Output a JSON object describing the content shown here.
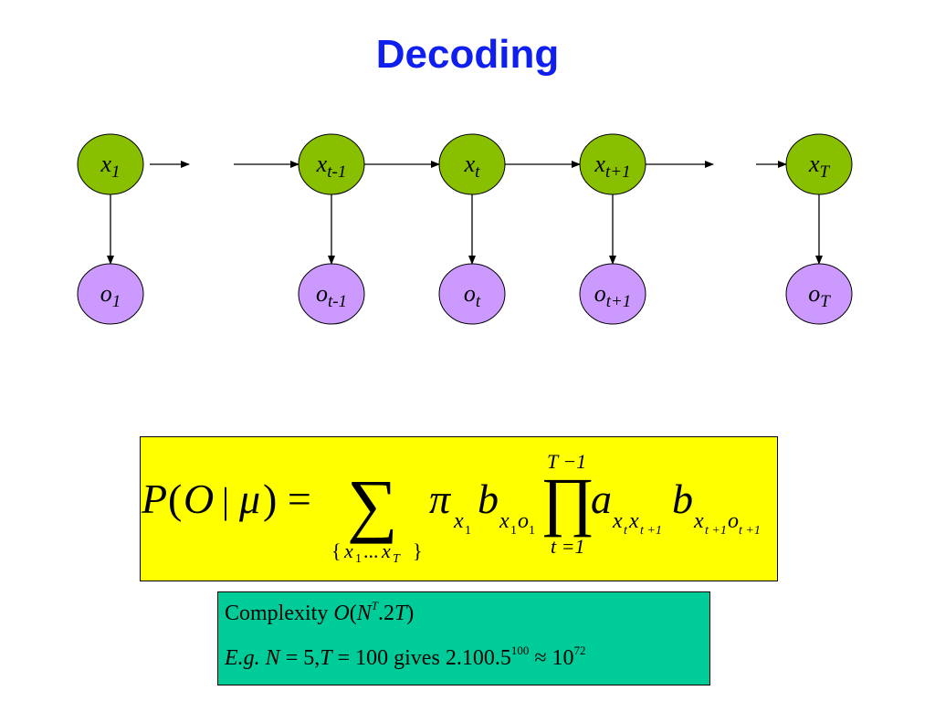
{
  "title": "Decoding",
  "colors": {
    "title": "#0f1ff0",
    "state_node": "#88c000",
    "observation_node": "#cc99ff",
    "formula_box": "#ffff00",
    "complexity_box": "#00cc99"
  },
  "states": [
    {
      "base": "x",
      "sub": "1"
    },
    {
      "base": "x",
      "sub": "t-1"
    },
    {
      "base": "x",
      "sub": "t"
    },
    {
      "base": "x",
      "sub": "t+1"
    },
    {
      "base": "x",
      "sub": "T"
    }
  ],
  "observations": [
    {
      "base": "o",
      "sub": "1"
    },
    {
      "base": "o",
      "sub": "t-1"
    },
    {
      "base": "o",
      "sub": "t"
    },
    {
      "base": "o",
      "sub": "t+1"
    },
    {
      "base": "o",
      "sub": "T"
    }
  ],
  "formula": {
    "P": "P",
    "open_paren": "(",
    "O": "O",
    "bar": "|",
    "mu": "μ",
    "close_eq": ") =",
    "sum_symbol": "∑",
    "sum_lower_open": "{",
    "sum_lower_x": "x",
    "sum_lower_1": "1",
    "sum_lower_dots": "...",
    "sum_lower_x2": "x",
    "sum_lower_T": "T",
    "sum_lower_close": "}",
    "pi": "π",
    "pi_sub": "x",
    "pi_sub_1": "1",
    "b1": "b",
    "b1_sub_x": "x",
    "b1_sub_1": "1",
    "b1_sub_o": "o",
    "b1_sub_1b": "1",
    "prod_symbol": "∏",
    "prod_upper": "T −1",
    "prod_lower": "t =1",
    "a": "a",
    "a_sub_x": "x",
    "a_sub_t": "t",
    "a_sub_x2": "x",
    "a_sub_t1": "t +1",
    "b2": "b",
    "b2_sub_x": "x",
    "b2_sub_t1": "t +1",
    "b2_sub_o": "o",
    "b2_sub_t1b": "t +1"
  },
  "complexity": {
    "label": "Complexity",
    "expr_open": "O",
    "expr_paren": "(",
    "expr_N": "N",
    "expr_T_sup": "T",
    "expr_rest": ".2",
    "expr_T": "T",
    "expr_close": ")",
    "eg": "E.g.",
    "N_var": "N",
    "N_eq": " = 5,",
    "T_var": "T",
    "T_eq": " = 100",
    "gives": " gives ",
    "value": "2.100.5",
    "value_sup": "100",
    "approx": " ≈ 10",
    "approx_sup": "72"
  }
}
